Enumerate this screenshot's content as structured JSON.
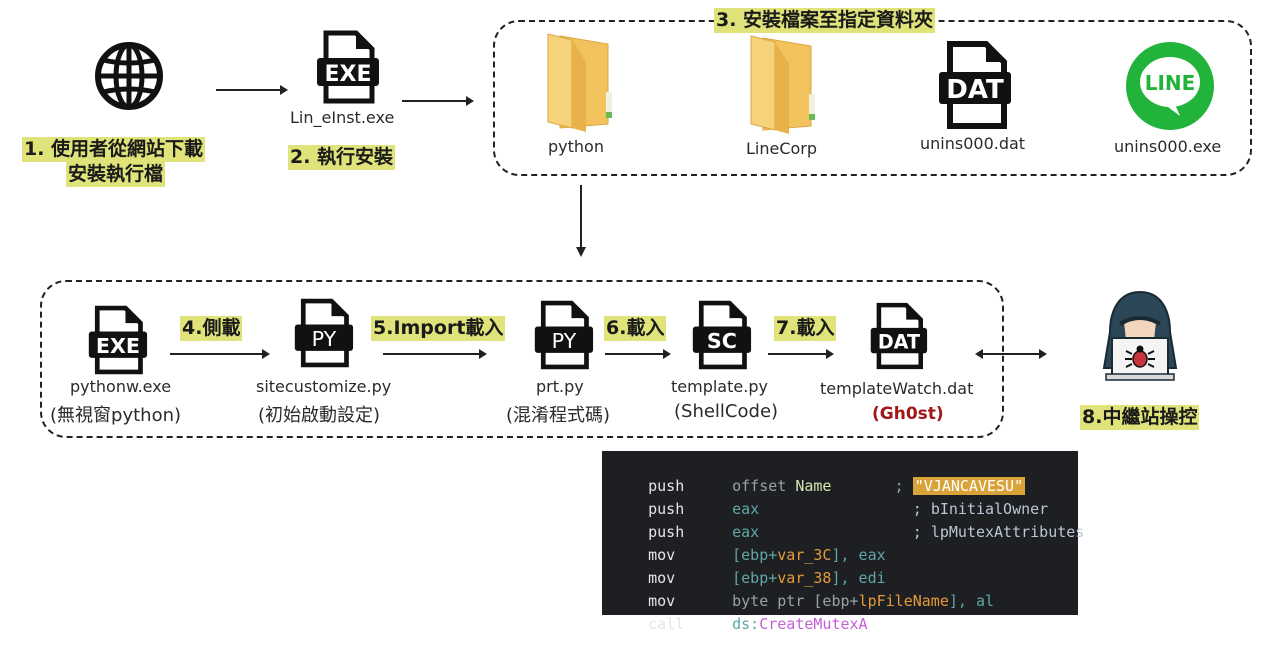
{
  "steps": {
    "step1": {
      "line1": "1. 使用者從網站下載",
      "line2": "安裝執行檔"
    },
    "step2": {
      "label": "2. 執行安裝",
      "file": "Lin_eInst.exe"
    },
    "step3": {
      "label": "3. 安裝檔案至指定資料夾"
    },
    "step4": {
      "label": "4.側載"
    },
    "step5": {
      "label": "5.Import載入"
    },
    "step6": {
      "label": "6.載入"
    },
    "step7": {
      "label": "7.載入"
    },
    "step8": {
      "label": "8.中繼站操控"
    }
  },
  "install_folder": {
    "items": [
      {
        "name": "python",
        "icon": "folder-icon"
      },
      {
        "name": "LineCorp",
        "icon": "folder-icon"
      },
      {
        "name": "unins000.dat",
        "icon": "dat-file-icon",
        "badge": "DAT"
      },
      {
        "name": "unins000.exe",
        "icon": "line-app-icon",
        "badge": "LINE"
      }
    ]
  },
  "chain": {
    "items": [
      {
        "file": "pythonw.exe",
        "desc": "(無視窗python)",
        "badge": "EXE"
      },
      {
        "file": "sitecustomize.py",
        "desc": "(初始啟動設定)",
        "badge": "PY"
      },
      {
        "file": "prt.py",
        "desc": "(混淆程式碼)",
        "badge": "PY"
      },
      {
        "file": "template.py",
        "desc": "(ShellCode)",
        "badge": "SC"
      },
      {
        "file": "templateWatch.dat",
        "desc": "(Gh0st)",
        "badge": "DAT"
      }
    ]
  },
  "exe_badge": "EXE",
  "code": {
    "lines": [
      {
        "op": "push",
        "a": "offset ",
        "b": "Name",
        "sep": "       ; ",
        "c": "\"VJANCAVESU\""
      },
      {
        "op": "push",
        "a": "eax",
        "sep": "                 ; ",
        "c": "bInitialOwner"
      },
      {
        "op": "push",
        "a": "eax",
        "sep": "                 ; ",
        "c": "lpMutexAttributes"
      },
      {
        "op": "mov",
        "a": "[ebp+",
        "b": "var_3C",
        "c": "], eax"
      },
      {
        "op": "mov",
        "a": "[ebp+",
        "b": "var_38",
        "c": "], edi"
      },
      {
        "op": "mov",
        "a": "byte ptr [ebp+",
        "b": "lpFileName",
        "c": "], al"
      },
      {
        "op": "call",
        "a": "ds:",
        "b": "CreateMutexA"
      }
    ]
  },
  "colors": {
    "highlight": "#dfe37a",
    "code_bg": "#1e1f22",
    "malware_red": "#a01818"
  }
}
